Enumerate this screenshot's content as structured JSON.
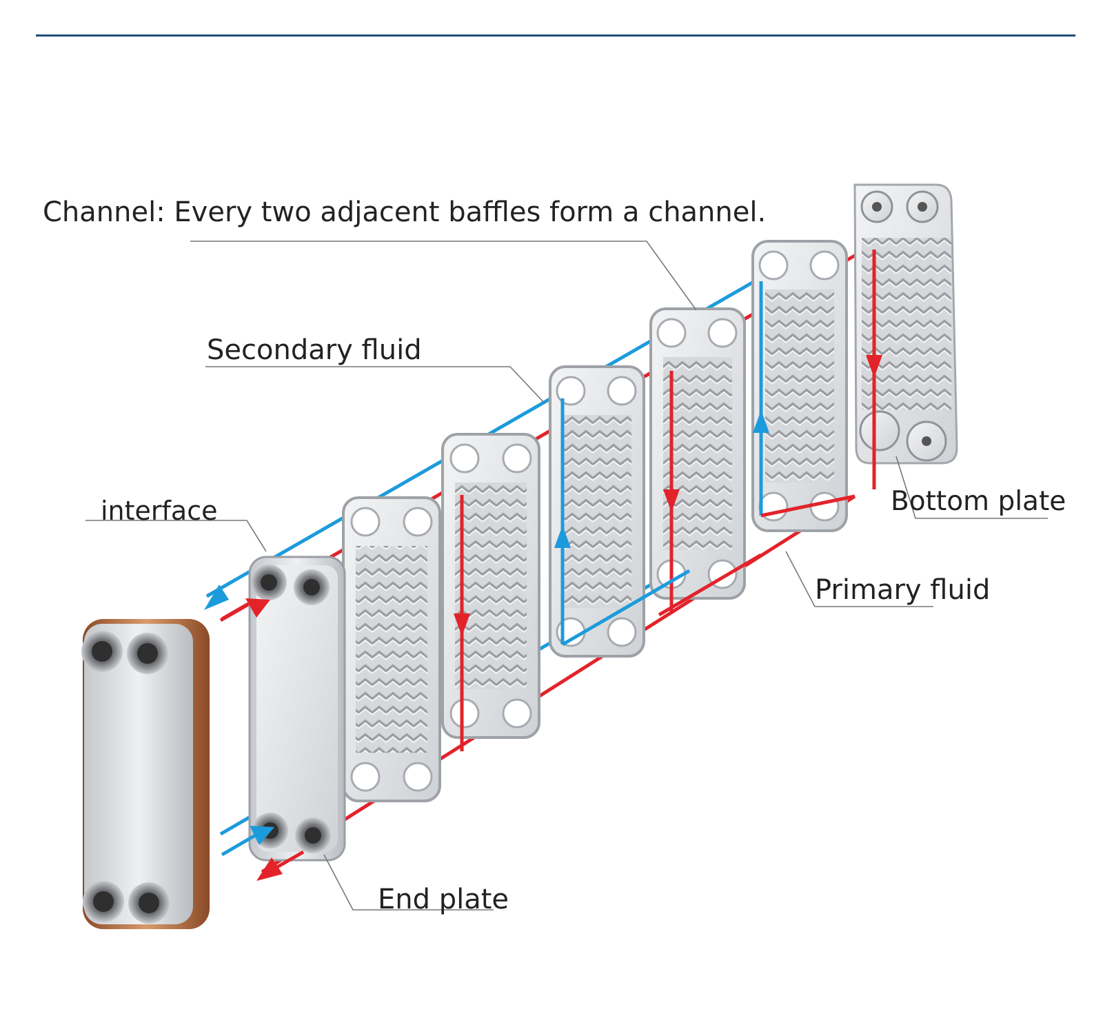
{
  "header": {
    "rule_color": "#1f4e79"
  },
  "labels": {
    "channel": "Channel: Every two adjacent baffles form a channel.",
    "secondary_fluid": "Secondary fluid",
    "interface": "interface",
    "bottom_plate": "Bottom plate",
    "primary_fluid": "Primary fluid",
    "end_plate": "End plate"
  },
  "colors": {
    "primary_fluid": "#e2232a",
    "secondary_fluid": "#1c9bdc",
    "plate_steel": "#d9dbde",
    "copper_edge": "#b8693c",
    "leader_line": "#777777"
  },
  "icons": [
    "flow-arrow-icon",
    "port-icon"
  ]
}
